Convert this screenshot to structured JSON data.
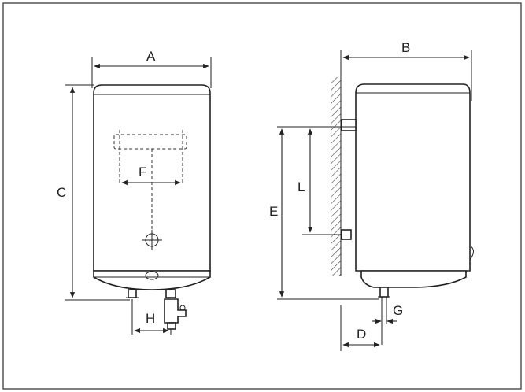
{
  "labels": {
    "a": "A",
    "b": "B",
    "c": "C",
    "d": "D",
    "e": "E",
    "f": "F",
    "g": "G",
    "h": "H",
    "l": "L"
  }
}
